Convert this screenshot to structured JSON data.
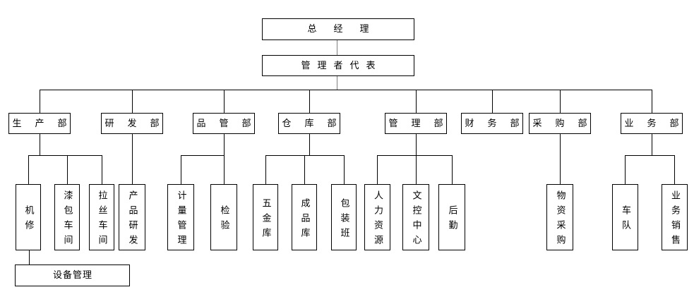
{
  "org": {
    "general_manager": "总经理",
    "management_representative": "管理者代表",
    "departments": [
      {
        "label": "生产部",
        "units": [
          "机修",
          "漆包车间",
          "拉丝车间"
        ]
      },
      {
        "label": "研发部",
        "units": [
          "产品研发"
        ]
      },
      {
        "label": "品管部",
        "units": [
          "计量管理",
          "检验"
        ]
      },
      {
        "label": "仓库部",
        "units": [
          "五金库",
          "成品库",
          "包装班"
        ]
      },
      {
        "label": "管理部",
        "units": [
          "人力资源",
          "文控中心",
          "后勤"
        ]
      },
      {
        "label": "财务部",
        "units": []
      },
      {
        "label": "采购部",
        "units": [
          "物资采购"
        ]
      },
      {
        "label": "业务部",
        "units": [
          "车队",
          "业务销售"
        ]
      }
    ],
    "equipment_management": "设备管理"
  },
  "colors": {
    "background": "#ffffff",
    "line": "#000000",
    "top_connector_gray": "#7f7f7f"
  }
}
